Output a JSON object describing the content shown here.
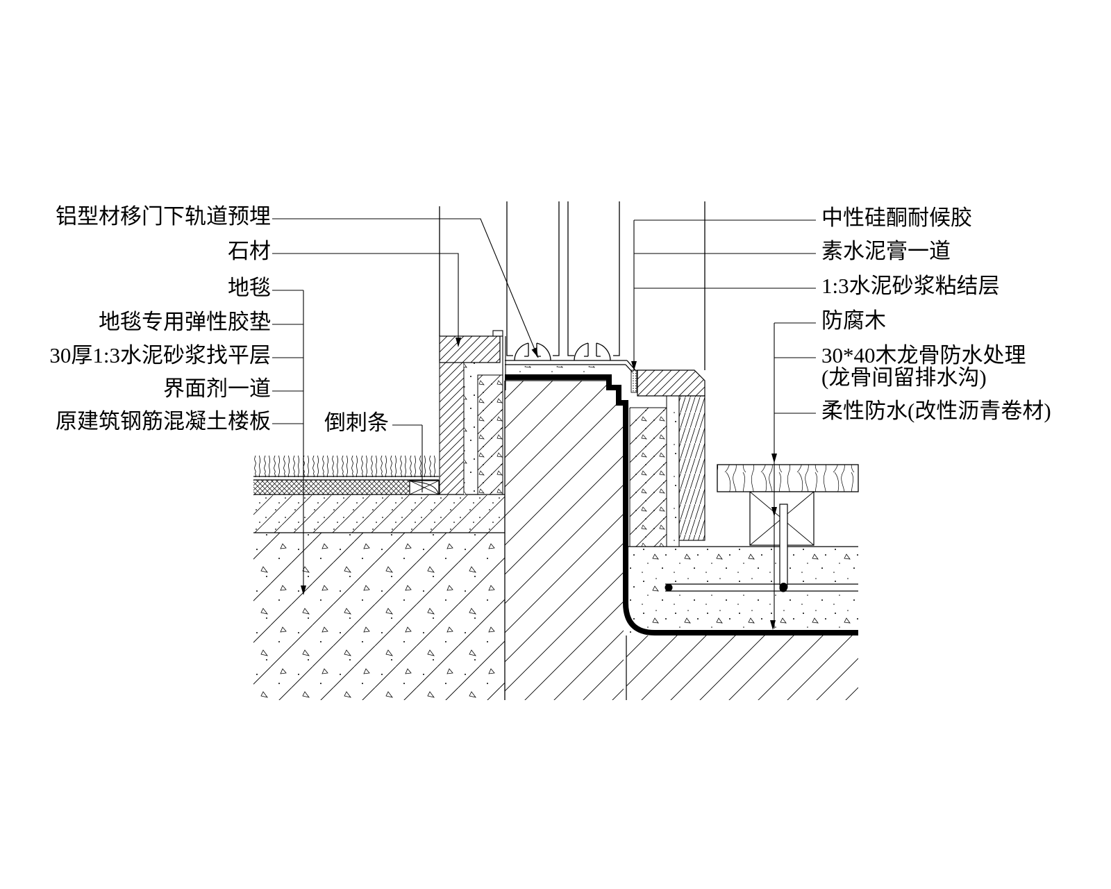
{
  "colors": {
    "ink": "#000000",
    "background": "#ffffff"
  },
  "diagram": {
    "type": "architectural-section-detail",
    "left_labels": [
      "铝型材移门下轨道预埋",
      "石材",
      "地毯",
      "地毯专用弹性胶垫",
      "30厚1:3水泥砂浆找平层",
      "界面剂一道",
      "原建筑钢筋混凝土楼板"
    ],
    "inline_label": "倒刺条",
    "right_labels": [
      "中性硅酮耐候胶",
      "素水泥膏一道",
      "1:3水泥砂浆粘结层",
      "防腐木",
      "30*40木龙骨防水处理",
      "(龙骨间留排水沟)",
      "柔性防水(改性沥青卷材)"
    ]
  }
}
